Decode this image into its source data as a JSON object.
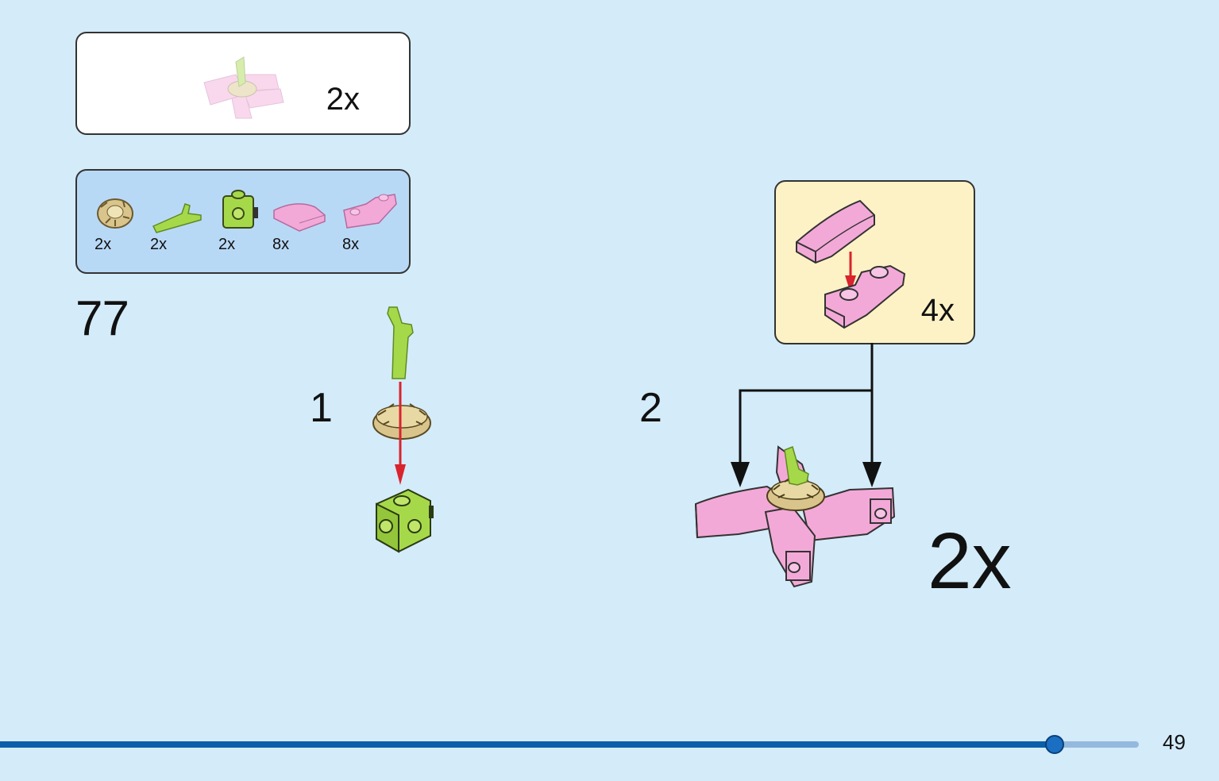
{
  "result_box": {
    "multiplier": "2x"
  },
  "parts_list": {
    "items": [
      {
        "name": "tan-gear-piece-icon",
        "qty": "2x"
      },
      {
        "name": "lime-stem-piece-icon",
        "qty": "2x"
      },
      {
        "name": "lime-brick-studs-icon",
        "qty": "2x"
      },
      {
        "name": "pink-curved-slope-icon",
        "qty": "8x"
      },
      {
        "name": "pink-inverted-slope-icon",
        "qty": "8x"
      }
    ]
  },
  "step": {
    "number": "77"
  },
  "sub_steps": [
    {
      "label": "1"
    },
    {
      "label": "2"
    }
  ],
  "sub_assembly": {
    "multiplier": "4x"
  },
  "assembly_multiplier": "2x",
  "footer": {
    "page_number": "49"
  },
  "colors": {
    "background": "#d4ebf9",
    "parts_box": "#b8d9f6",
    "sub_box": "#fdf2c6",
    "pink_brick": "#f3a9d8",
    "lime_brick": "#a6d94a",
    "tan_gear": "#d9c58c",
    "arrow_red": "#d9232e",
    "progress": "#0a5fab"
  }
}
